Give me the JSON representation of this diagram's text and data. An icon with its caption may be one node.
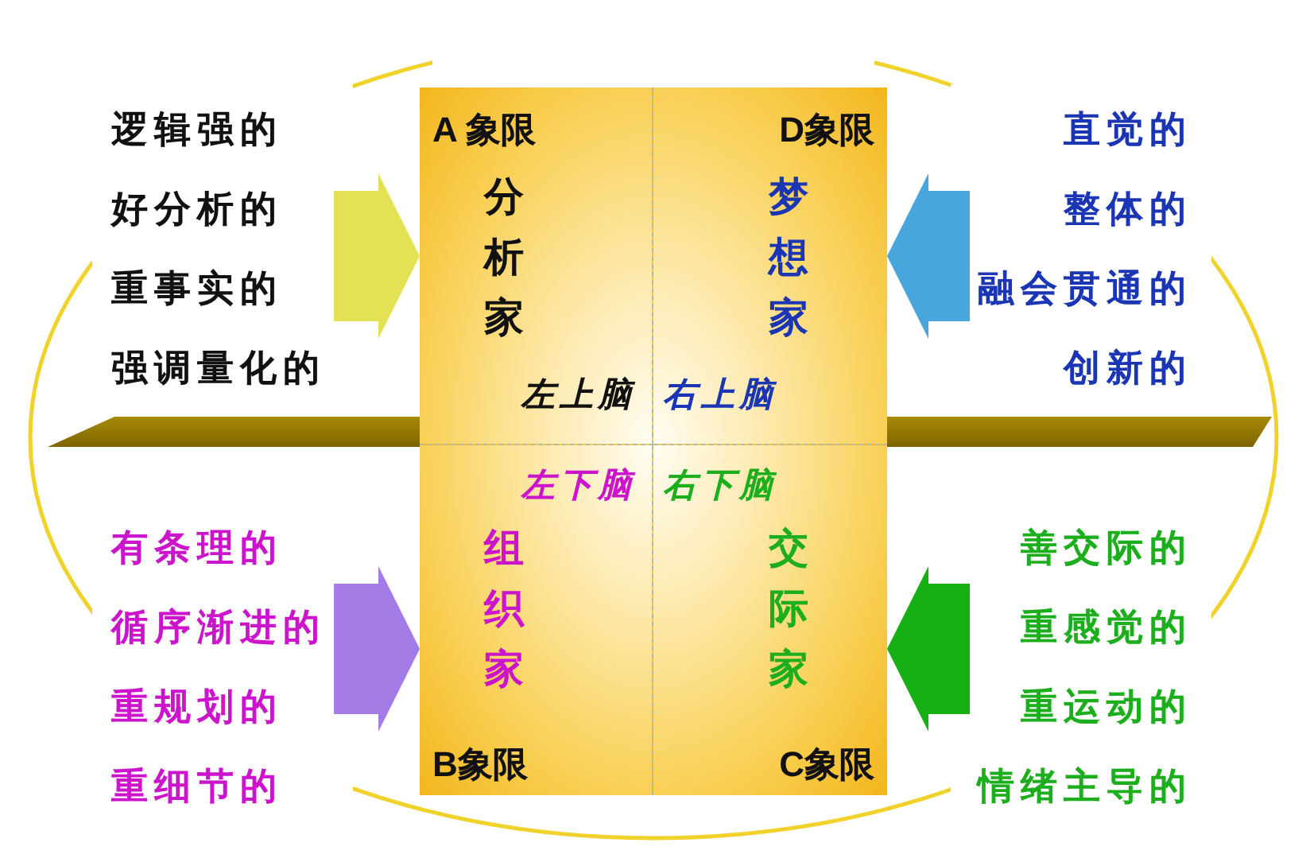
{
  "diagram": {
    "nodes": [
      {
        "text": [
          "逻辑强的",
          "好分析的",
          "重事实的",
          "强调量化的"
        ]
      },
      {
        "text": [
          "A 象限",
          "分析家",
          "左上脑"
        ]
      },
      {
        "text": [
          "D象限",
          "梦想家",
          "右上脑"
        ]
      },
      {
        "text": [
          "直觉的",
          "整体的",
          "融会贯通的",
          "创新的"
        ]
      },
      {
        "text": [
          "有条理的",
          "循序渐进的",
          "重规划的",
          "重细节的"
        ]
      },
      {
        "text": [
          "左下脑",
          "组织家",
          "B象限"
        ]
      },
      {
        "text": [
          "右下脑",
          "交际家",
          "C象限"
        ]
      },
      {
        "text": [
          "善交际的",
          "重感觉的",
          "重运动的",
          "情绪主导的"
        ]
      }
    ],
    "edges": [
      {
        "from": 0,
        "to": 1,
        "arrow": "to",
        "color": "#e2e254"
      },
      {
        "from": 3,
        "to": 2,
        "arrow": "to",
        "color": "#48a6dc"
      },
      {
        "from": 4,
        "to": 5,
        "arrow": "to",
        "color": "#a57ce6"
      },
      {
        "from": 7,
        "to": 6,
        "arrow": "to",
        "color": "#14b014"
      }
    ]
  }
}
